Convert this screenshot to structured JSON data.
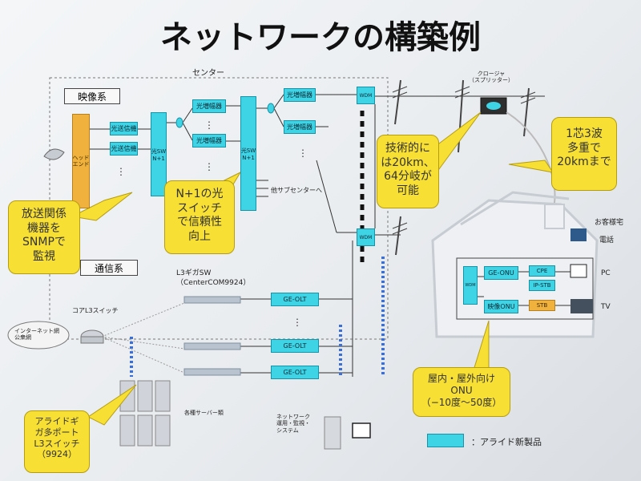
{
  "title": "ネットワークの構築例",
  "center_label": "センター",
  "closure_label": "クロージャ\n（スプリッター）",
  "sections": {
    "video": "映像系",
    "comm": "通信系"
  },
  "equipment": {
    "head_end": "ヘッド\nエンド",
    "transmitter": "光送信機",
    "optical_switch": "光SW\nN+1",
    "amplifier": "光増幅器",
    "wdm": "WDM",
    "other_subcenter": "他サブセンターへ",
    "l3_giga_sw": "L3ギガSW\n（CenterCOM9924）",
    "core_l3_switch": "コアL3スイッチ",
    "internet": "インターネット網\n公衆網",
    "ge_olt": "GE-OLT",
    "servers": "各種サーバー類",
    "nms": "ネットワーク\n運用・監視・\nシステム"
  },
  "customer": {
    "label": "お客様宅",
    "ge_onu": "GE-ONU",
    "video_onu": "映像ONU",
    "cpe": "CPE",
    "ip_stb": "IP-STB",
    "stb": "STB",
    "phone": "電話",
    "pc": "PC",
    "tv": "TV"
  },
  "callouts": {
    "snmp": [
      "放送関係",
      "機器を",
      "SNMPで",
      "監視"
    ],
    "n1": [
      "N+1の光",
      "スイッチ",
      "で信頼性",
      "向上"
    ],
    "distance": [
      "技術的に",
      "は20km、",
      "64分岐が",
      "可能"
    ],
    "wave": [
      "1芯3波",
      "多重で",
      "20kmまで"
    ],
    "onu": [
      "屋内・屋外向け",
      "ONU",
      "（−10度〜50度）"
    ],
    "allied_switch": [
      "アライドギ",
      "ガ多ポート",
      "L3スイッチ",
      "（9924）"
    ]
  },
  "legend": "：アライド新製品",
  "colors": {
    "accent_cyan": "#3fd3e6",
    "head_end": "#f0b23c",
    "callout": "#f7df33"
  }
}
